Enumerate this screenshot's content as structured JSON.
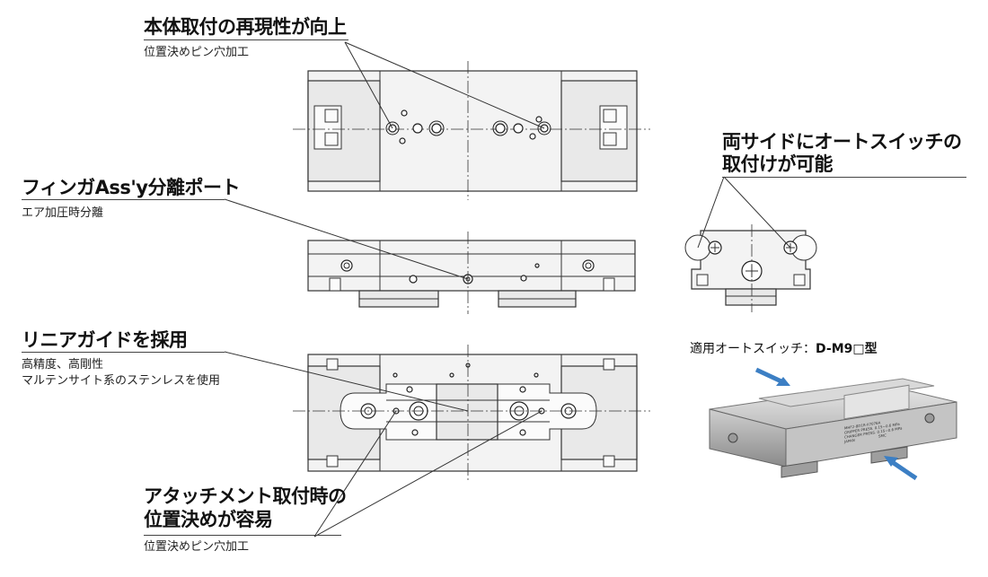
{
  "callouts": {
    "c1": {
      "title": "本体取付の再現性が向上",
      "sub": "位置決めピン穴加工"
    },
    "c2": {
      "title": "フィンガAss'y分離ポート",
      "sub": "エア加圧時分離"
    },
    "c3": {
      "title": "リニアガイドを採用",
      "sub1": "高精度、高剛性",
      "sub2": "マルテンサイト系のステンレスを使用"
    },
    "c4": {
      "title1": "アタッチメント取付時の",
      "title2": "位置決めが容易",
      "sub": "位置決めピン穴加工"
    },
    "c5": {
      "title1": "両サイドにオートスイッチの",
      "title2": "取付けが可能"
    }
  },
  "photo": {
    "caption_prefix": "適用オートスイッチ：",
    "caption_model": "D-M9□型",
    "label_lines": [
      "MHF2-8D1R-X7076A",
      "GRIPPER PRESS. 0.15~0.6 MPa",
      "CHANGER PRESS. 0.15~0.6 MPa",
      "JAPAN",
      "SMC"
    ]
  },
  "colors": {
    "line": "#333333",
    "body_fill": "#f3f3f3",
    "arrow": "#3c7fc4"
  }
}
